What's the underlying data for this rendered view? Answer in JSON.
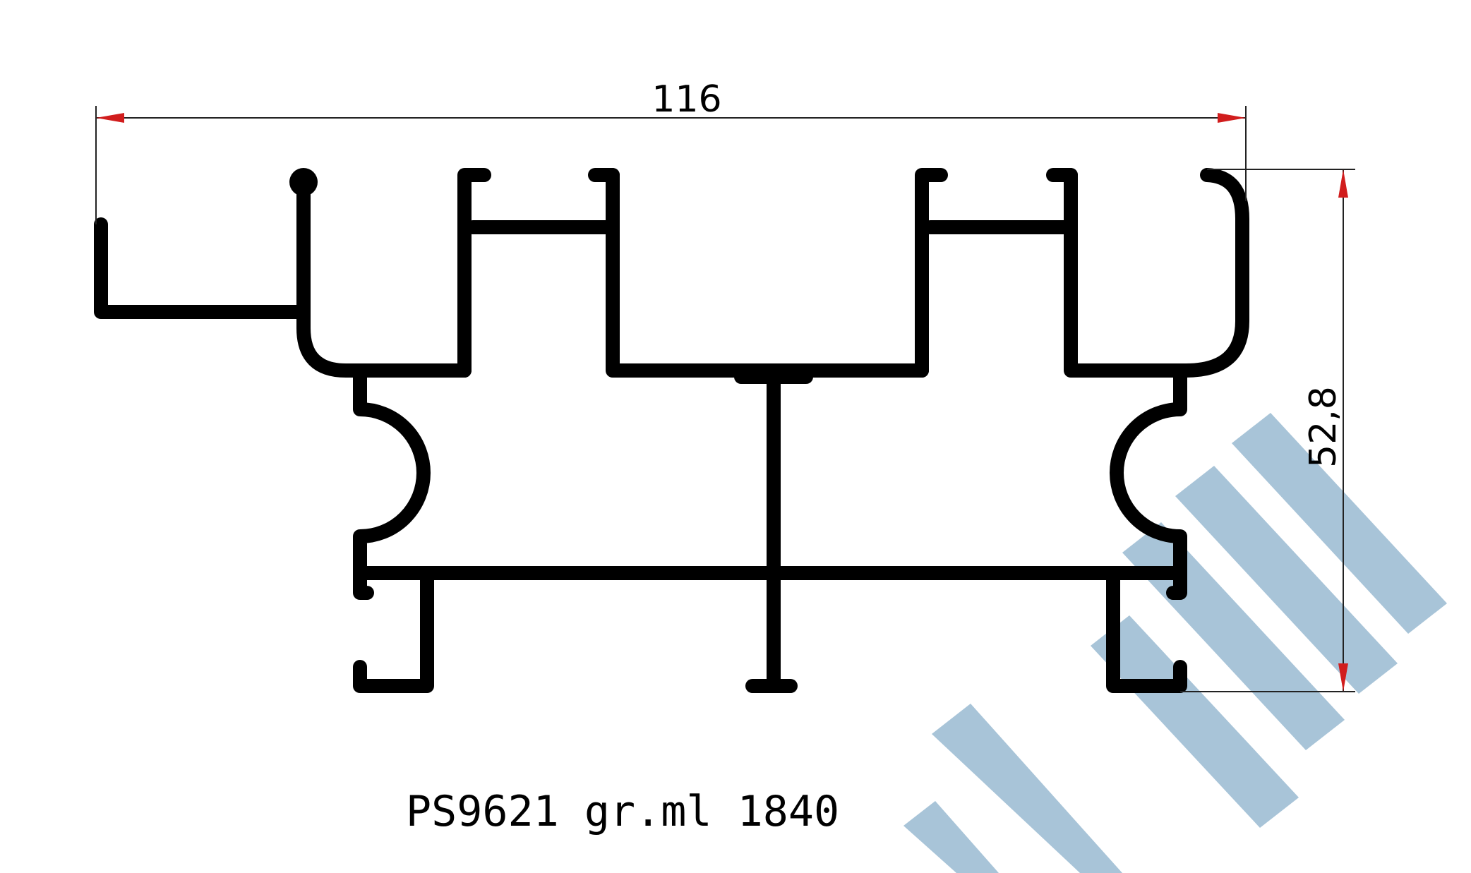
{
  "dimensions": {
    "width_label": "116",
    "height_label": "52,8"
  },
  "caption": "PS9621 gr.ml 1840",
  "colors": {
    "profile": "#000000",
    "dimension_line": "#222222",
    "arrow": "#d11d1d",
    "watermark": "#a8c4d8",
    "background": "#ffffff"
  }
}
